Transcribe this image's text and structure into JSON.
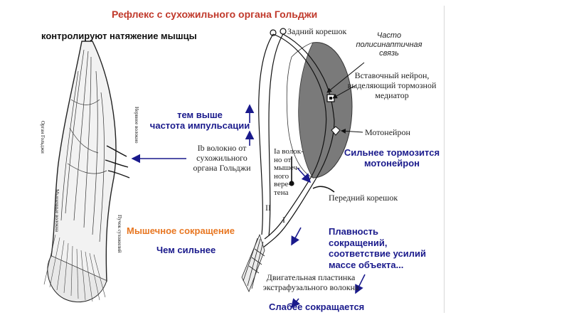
{
  "slide": {
    "title": "Рефлекс с сухожильного органа Гольджи",
    "subtitle": "контролируют натяжение мышцы"
  },
  "annotations": {
    "freq_line1": "тем выше",
    "freq_line2": "частота импульсации",
    "stronger_inhibit_line1": "Сильнее тормозится",
    "stronger_inhibit_line2": "мотонейрон",
    "muscle_contraction": "Мышечное сокращение",
    "stronger": "Чем сильнее",
    "smoothness_line1": "Плавность",
    "smoothness_line2": "сокращений,",
    "smoothness_line3": "соответствие усилий",
    "smoothness_line4": "массе объекта...",
    "weaker_contracts": "Слабее сокращается"
  },
  "diagram_labels": {
    "dorsal_root": "Задний корешок",
    "often_polysynaptic_line1": "Часто",
    "often_polysynaptic_line2": "полисинаптичная",
    "often_polysynaptic_line3": "связь",
    "interneuron_line1": "Вставочный нейрон,",
    "interneuron_line2": "выделяющий тормозной",
    "interneuron_line3": "медиатор",
    "motoneuron": "Мотонейрон",
    "ventral_root": "Передний корешок",
    "ib_fiber_line1": "Ib волокно от",
    "ib_fiber_line2": "сухожильного",
    "ib_fiber_line3": "органа Гольджи",
    "ia_fiber_line1": "Ia волок-",
    "ia_fiber_line2": "но от",
    "ia_fiber_line3": "мышеч-",
    "ia_fiber_line4": "ного",
    "ia_fiber_line5": "вере-",
    "ia_fiber_line6": "тена",
    "roman_two": "II",
    "roman_one": "I",
    "end_plate_line1": "Двигательная пластинка",
    "end_plate_line2": "экстрафузального волокна",
    "vert_nerve_fiber": "Нервное волокно",
    "vert_golgi_organ": "Орган Гольджи",
    "vert_muscle_fibers": "Мышечные волокна",
    "vert_tendon_bundle": "Пучок сухожилий"
  },
  "colors": {
    "title": "#c0392b",
    "annotation": "#1a1a8c",
    "highlight": "#e87722",
    "spinal_gray": "#7a7a7a"
  }
}
